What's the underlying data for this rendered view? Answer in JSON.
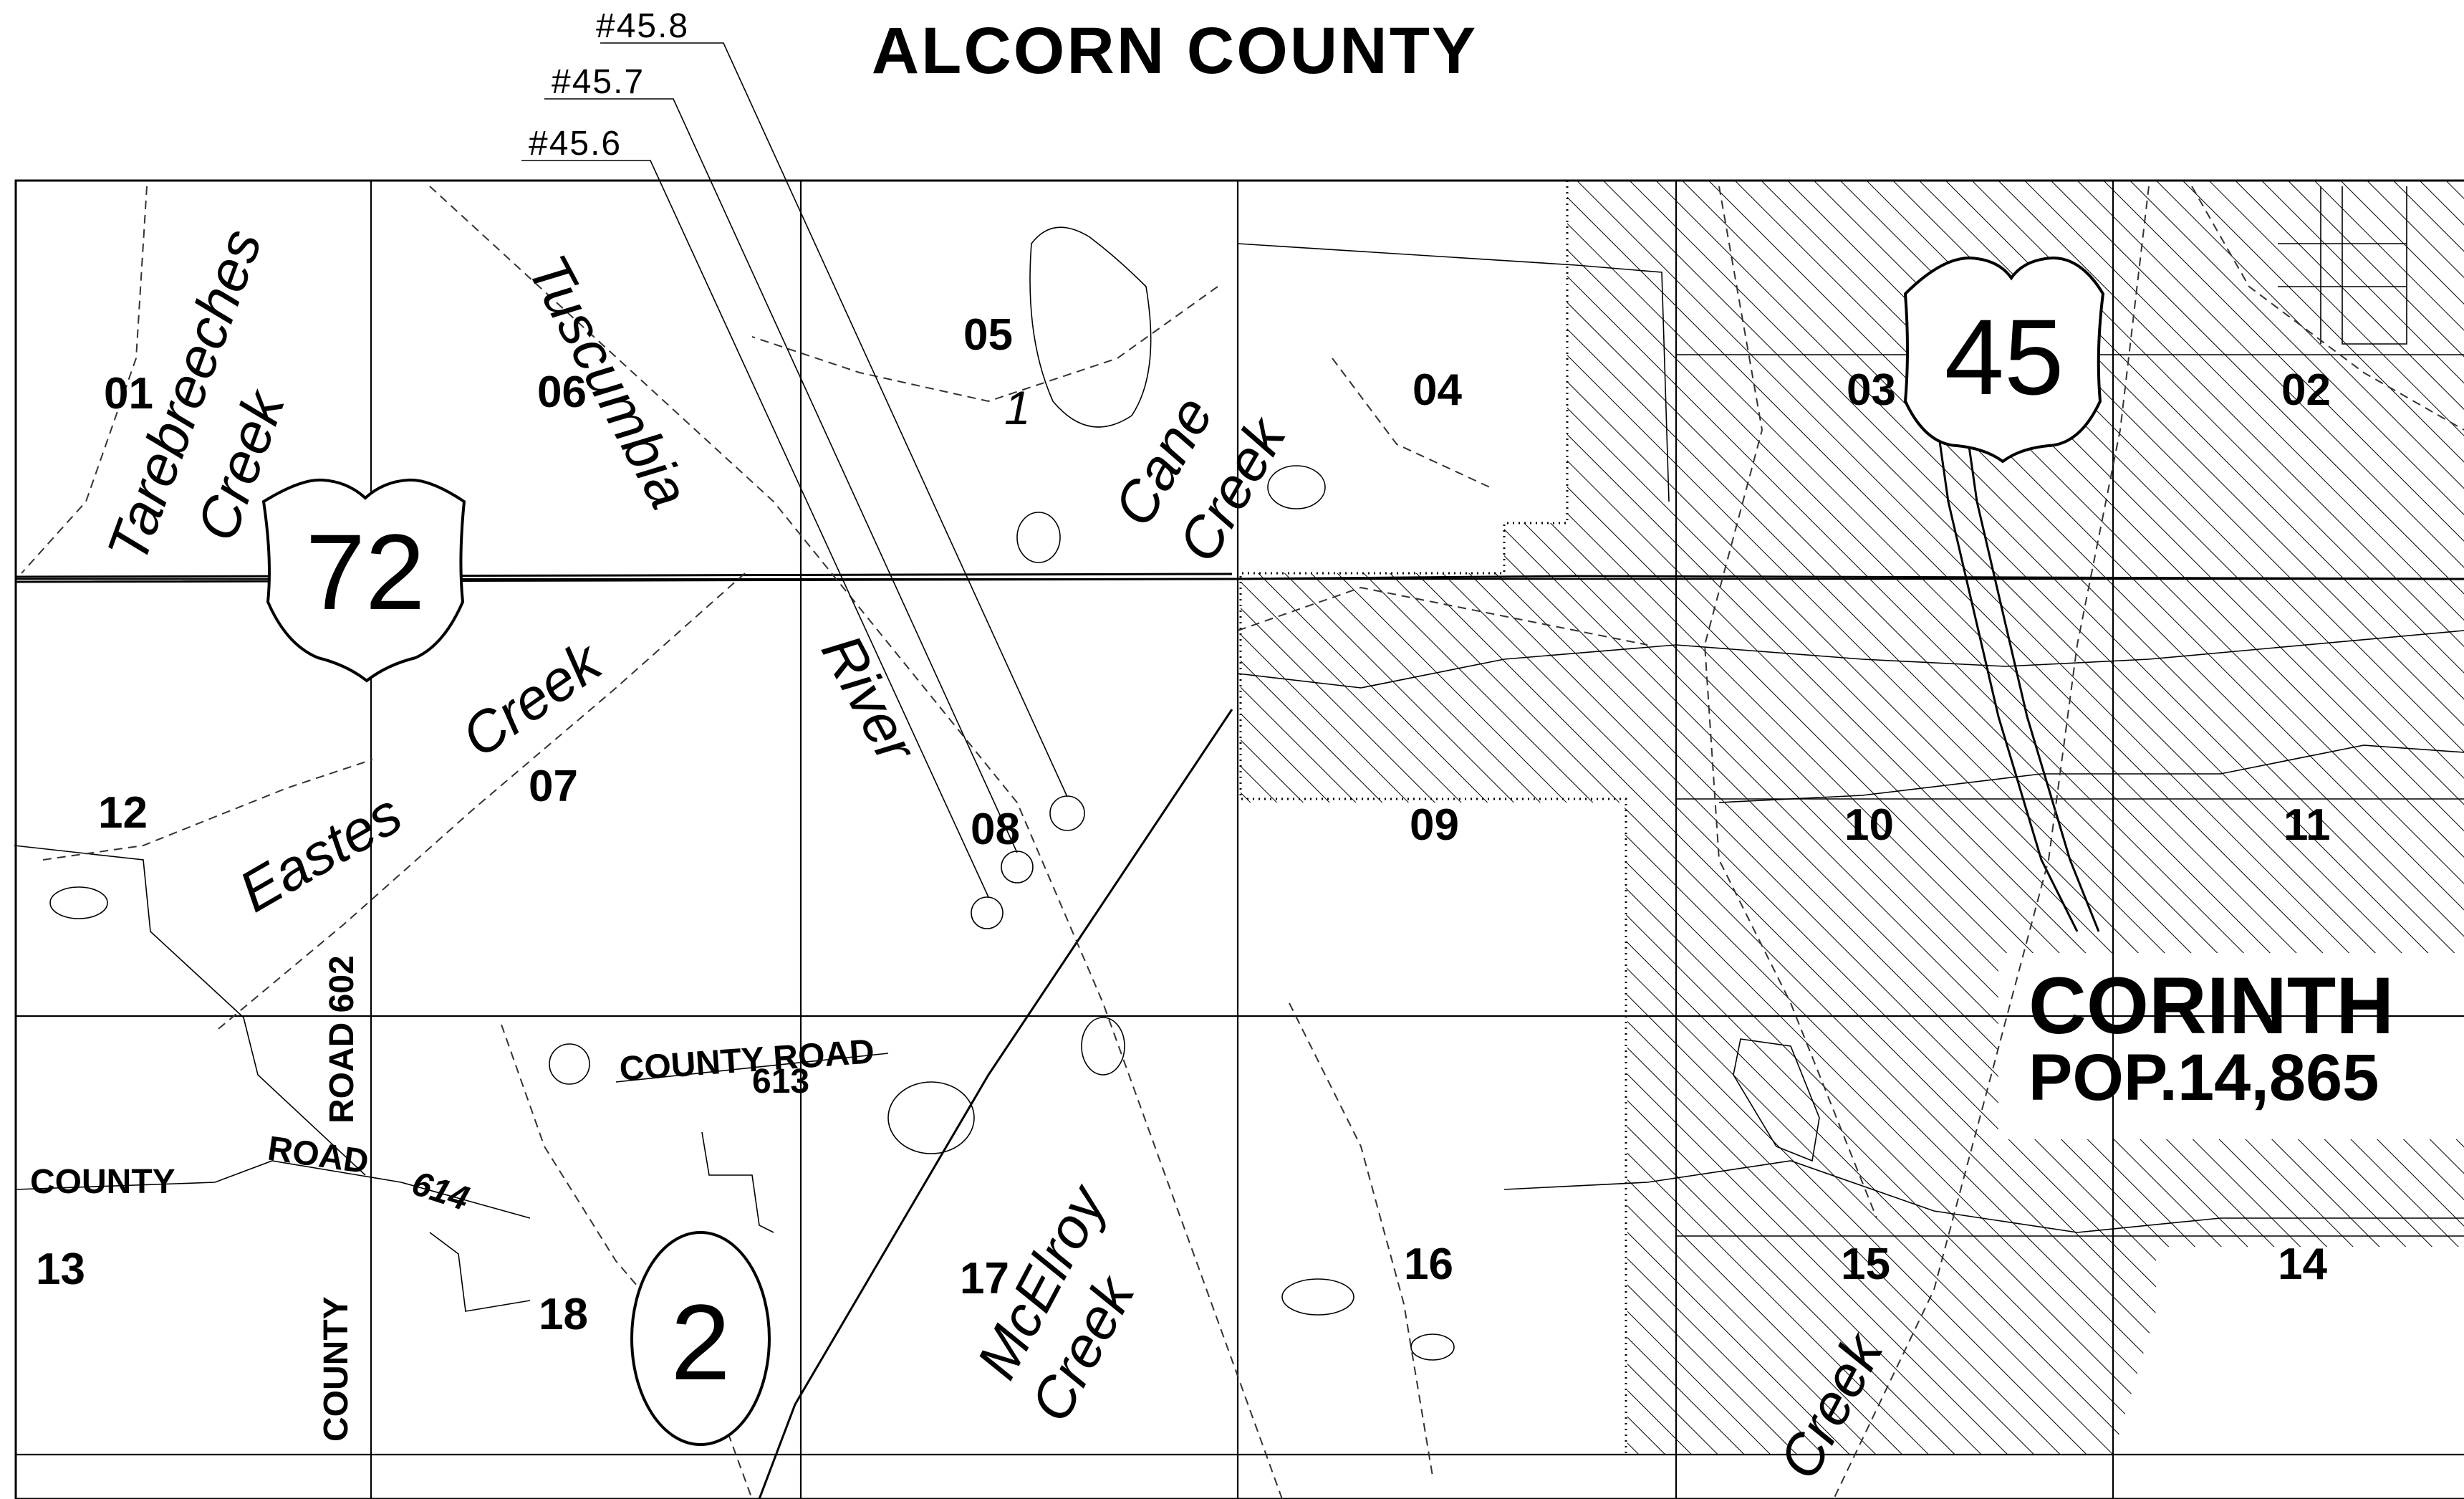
{
  "title": "ALCORN COUNTY",
  "markers": [
    "#45.8",
    "#45.7",
    "#45.6"
  ],
  "sections": [
    "01",
    "02",
    "03",
    "04",
    "05",
    "06",
    "07",
    "08",
    "09",
    "10",
    "11",
    "12",
    "13",
    "14",
    "15",
    "16",
    "17",
    "18"
  ],
  "feature_number": "1",
  "shields": {
    "us72": "72",
    "us45": "45",
    "ms2": "2"
  },
  "waterways": {
    "tarebreeches_1": "Tarebreeches",
    "tarebreeches_2": "Creek",
    "tuscumbia_1": "Tuscumbia",
    "tuscumbia_2": "River",
    "cane_1": "Cane",
    "cane_2": "Creek",
    "eastes_1": "Eastes",
    "eastes_2": "Creek",
    "mcelroy_1": "McElroy",
    "mcelroy_2": "Creek",
    "creek_15": "Creek"
  },
  "roads": {
    "cr613_a": "COUNTY ROAD",
    "cr613_b": "613",
    "cr602_a": "ROAD 602",
    "cr602_b": "COUNTY",
    "cr614_a": "COUNTY",
    "cr614_b": "ROAD",
    "cr614_c": "614"
  },
  "city": {
    "name": "CORINTH",
    "population": "POP.14,865"
  },
  "colors": {
    "ink": "#000000",
    "paper": "#ffffff"
  }
}
